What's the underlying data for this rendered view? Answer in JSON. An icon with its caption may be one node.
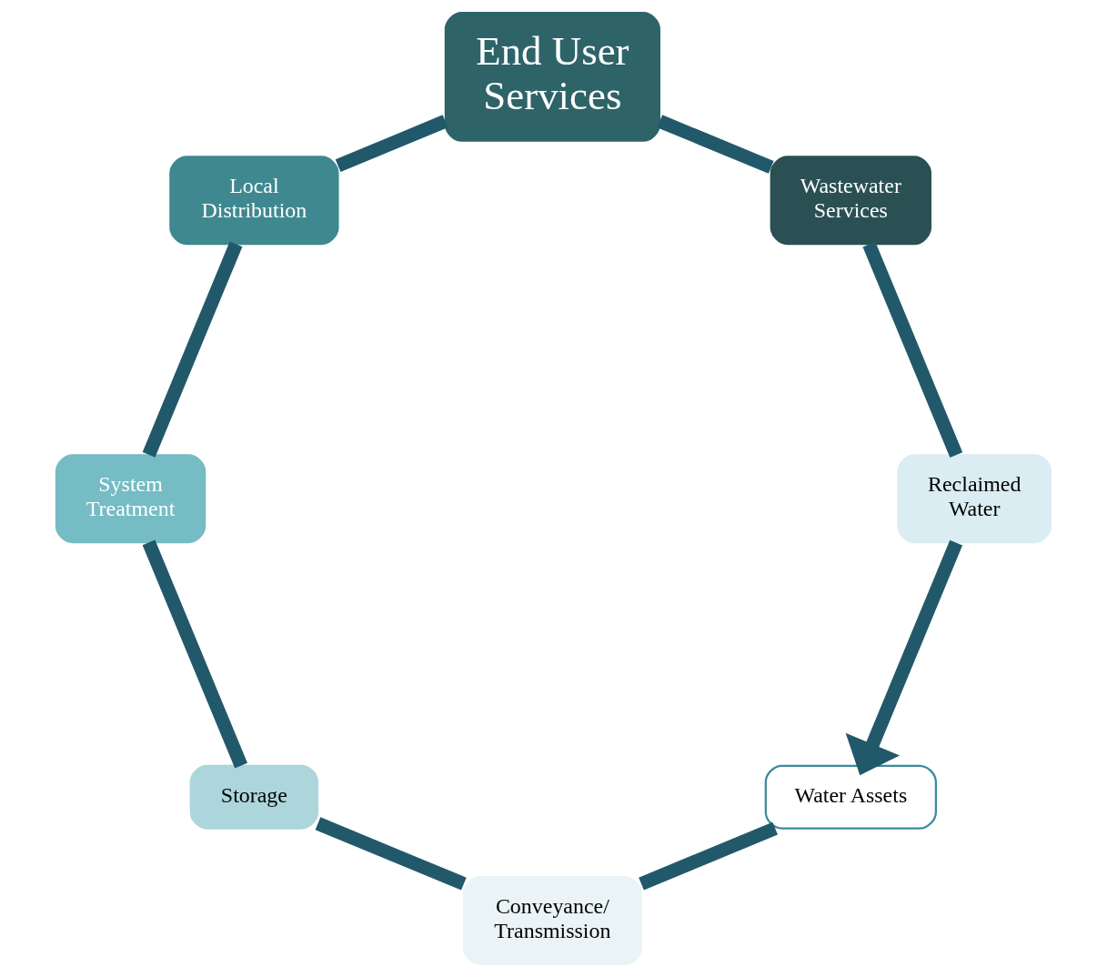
{
  "diagram": {
    "nodes": [
      {
        "text": [
          "Water Assets"
        ]
      },
      {
        "text": [
          "Conveyance/ Transmission"
        ]
      },
      {
        "text": [
          "Storage"
        ]
      },
      {
        "text": [
          "System Treatment"
        ]
      },
      {
        "text": [
          "Local Distribution"
        ]
      },
      {
        "text": [
          "End User Services"
        ]
      },
      {
        "text": [
          "Wastewater Services"
        ]
      },
      {
        "text": [
          "Reclaimed Water"
        ]
      }
    ],
    "edges": [
      {
        "from": 0,
        "to": 1,
        "arrow": "none"
      },
      {
        "from": 1,
        "to": 2,
        "arrow": "none"
      },
      {
        "from": 2,
        "to": 3,
        "arrow": "none"
      },
      {
        "from": 3,
        "to": 4,
        "arrow": "none"
      },
      {
        "from": 4,
        "to": 5,
        "arrow": "none"
      },
      {
        "from": 5,
        "to": 6,
        "arrow": "none"
      },
      {
        "from": 6,
        "to": 7,
        "arrow": "none"
      },
      {
        "from": 7,
        "to": 0,
        "arrow": "to"
      }
    ]
  }
}
